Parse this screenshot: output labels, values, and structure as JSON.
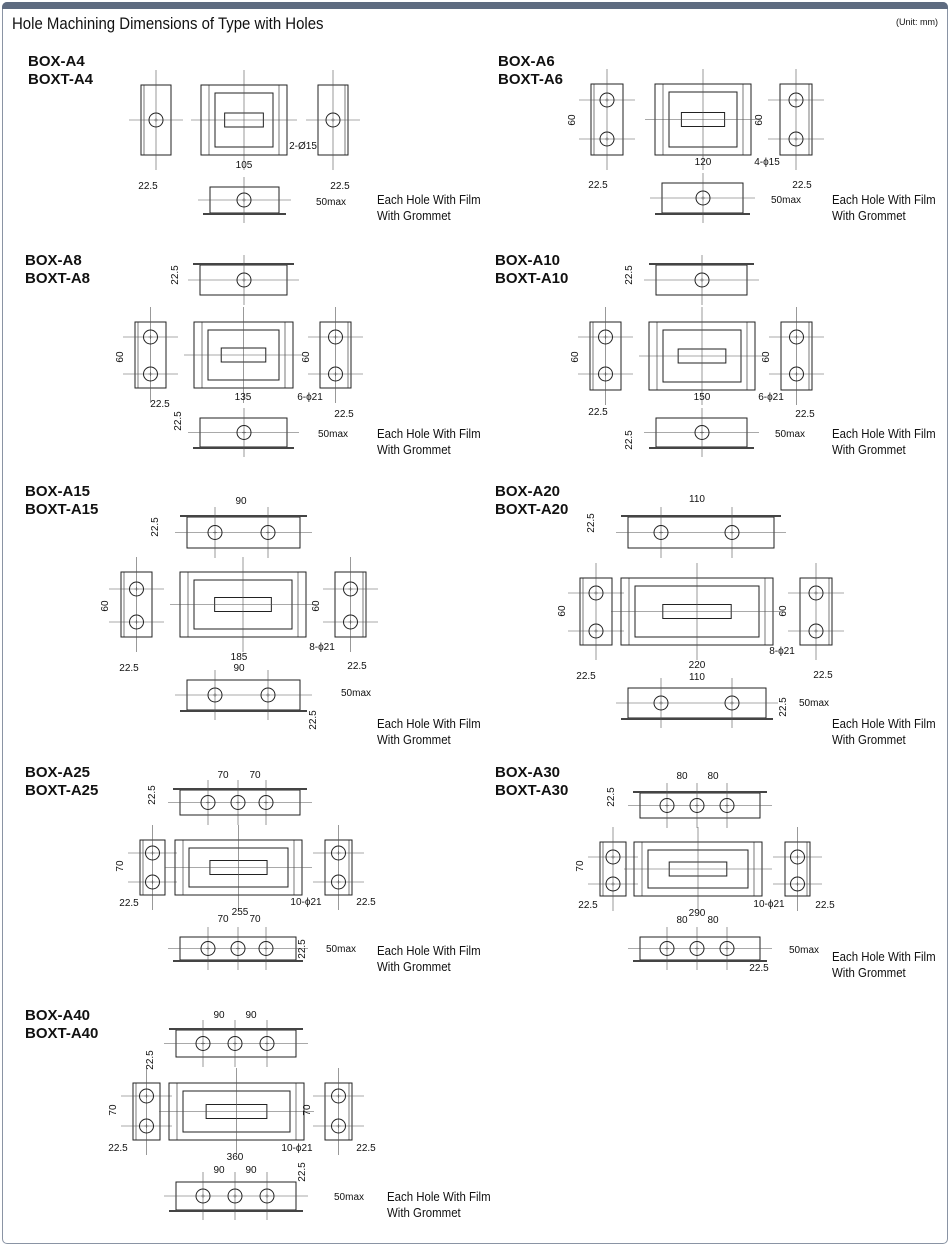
{
  "title": "Hole Machining Dimensions of Type with Holes",
  "unit": "(Unit: mm)",
  "note": [
    "Each Hole With Film",
    "With Grommet"
  ],
  "sections": [
    {
      "models": [
        "BOX-A4",
        "BOXT-A4"
      ],
      "dims": [
        "105",
        "22.5",
        "22.5",
        "2-Ø15",
        "50max"
      ]
    },
    {
      "models": [
        "BOX-A6",
        "BOXT-A6"
      ],
      "dims": [
        "60",
        "60",
        "120",
        "4-ϕ15",
        "22.5",
        "22.5",
        "50max"
      ]
    },
    {
      "models": [
        "BOX-A8",
        "BOXT-A8"
      ],
      "dims": [
        "22.5",
        "60",
        "60",
        "135",
        "6-ϕ21",
        "22.5",
        "22.5",
        "22.5",
        "50max"
      ]
    },
    {
      "models": [
        "BOX-A10",
        "BOXT-A10"
      ],
      "dims": [
        "22.5",
        "60",
        "60",
        "150",
        "6-ϕ21",
        "22.5",
        "22.5",
        "22.5",
        "50max"
      ]
    },
    {
      "models": [
        "BOX-A15",
        "BOXT-A15"
      ],
      "dims": [
        "90",
        "22.5",
        "60",
        "60",
        "185",
        "90",
        "8-ϕ21",
        "22.5",
        "22.5",
        "50max",
        "22.5"
      ]
    },
    {
      "models": [
        "BOX-A20",
        "BOXT-A20"
      ],
      "dims": [
        "110",
        "22.5",
        "60",
        "60",
        "220",
        "110",
        "8-ϕ21",
        "22.5",
        "22.5",
        "50max",
        "22.5"
      ]
    },
    {
      "models": [
        "BOX-A25",
        "BOXT-A25"
      ],
      "dims": [
        "70",
        "70",
        "22.5",
        "70",
        "255",
        "70",
        "70",
        "10-ϕ21",
        "22.5",
        "22.5",
        "50max",
        "22.5"
      ]
    },
    {
      "models": [
        "BOX-A30",
        "BOXT-A30"
      ],
      "dims": [
        "80",
        "80",
        "22.5",
        "70",
        "290",
        "80",
        "80",
        "10-ϕ21",
        "22.5",
        "22.5",
        "50max",
        "22.5"
      ]
    },
    {
      "models": [
        "BOX-A40",
        "BOXT-A40"
      ],
      "dims": [
        "90",
        "90",
        "22.5",
        "70",
        "70",
        "360",
        "90",
        "90",
        "10-ϕ21",
        "22.5",
        "22.5",
        "22.5",
        "50max"
      ]
    }
  ]
}
